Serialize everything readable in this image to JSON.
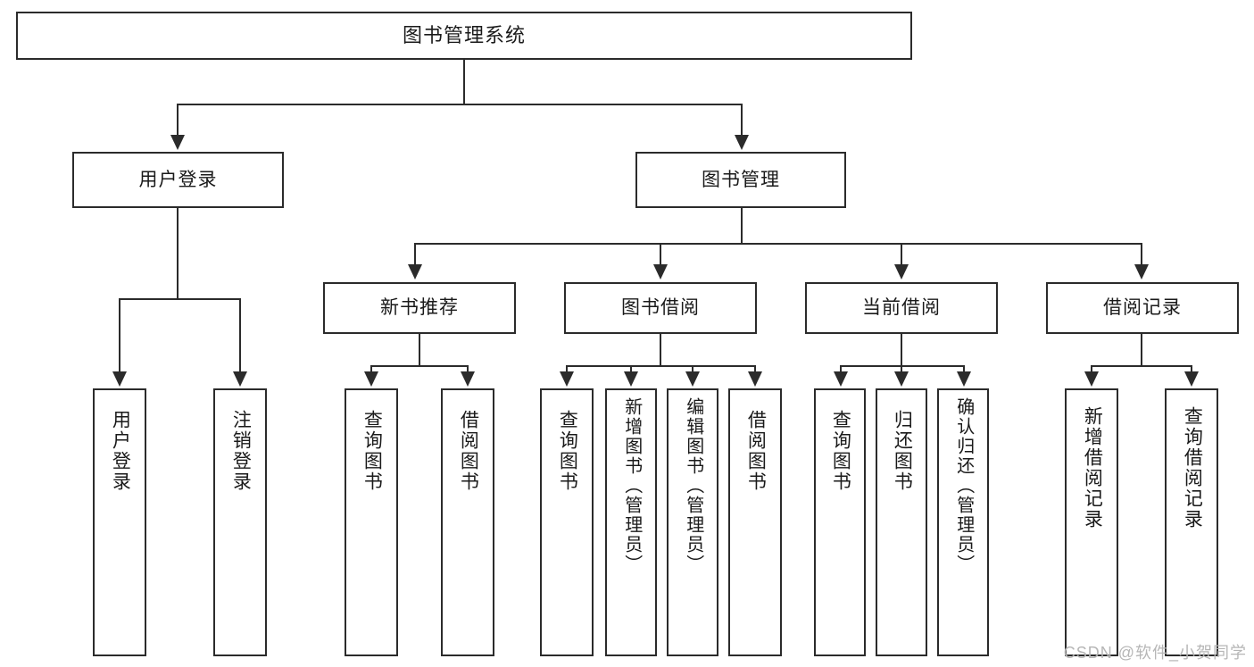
{
  "diagram": {
    "title": "图书管理系统",
    "type": "tree",
    "root": {
      "label": "图书管理系统"
    },
    "level2": [
      {
        "label": "用户登录"
      },
      {
        "label": "图书管理"
      }
    ],
    "level3": [
      {
        "label": "新书推荐"
      },
      {
        "label": "图书借阅"
      },
      {
        "label": "当前借阅"
      },
      {
        "label": "借阅记录"
      }
    ],
    "leaves": {
      "user_login": [
        "用户登录",
        "注销登录"
      ],
      "new_book_recommend": [
        "查询图书",
        "借阅图书"
      ],
      "book_borrow": [
        "查询图书",
        "新增图书（管理员）",
        "编辑图书（管理员）",
        "借阅图书"
      ],
      "current_borrow": [
        "查询图书",
        "归还图书",
        "确认归还（管理员）"
      ],
      "borrow_record": [
        "新增借阅记录",
        "查询借阅记录"
      ]
    }
  },
  "watermark": "CSDN @软件_小贺同学",
  "colors": {
    "stroke": "#2b2b2b",
    "fill": "#ffffff",
    "text": "#1a1a1a",
    "watermark": "#b6b6b6"
  }
}
